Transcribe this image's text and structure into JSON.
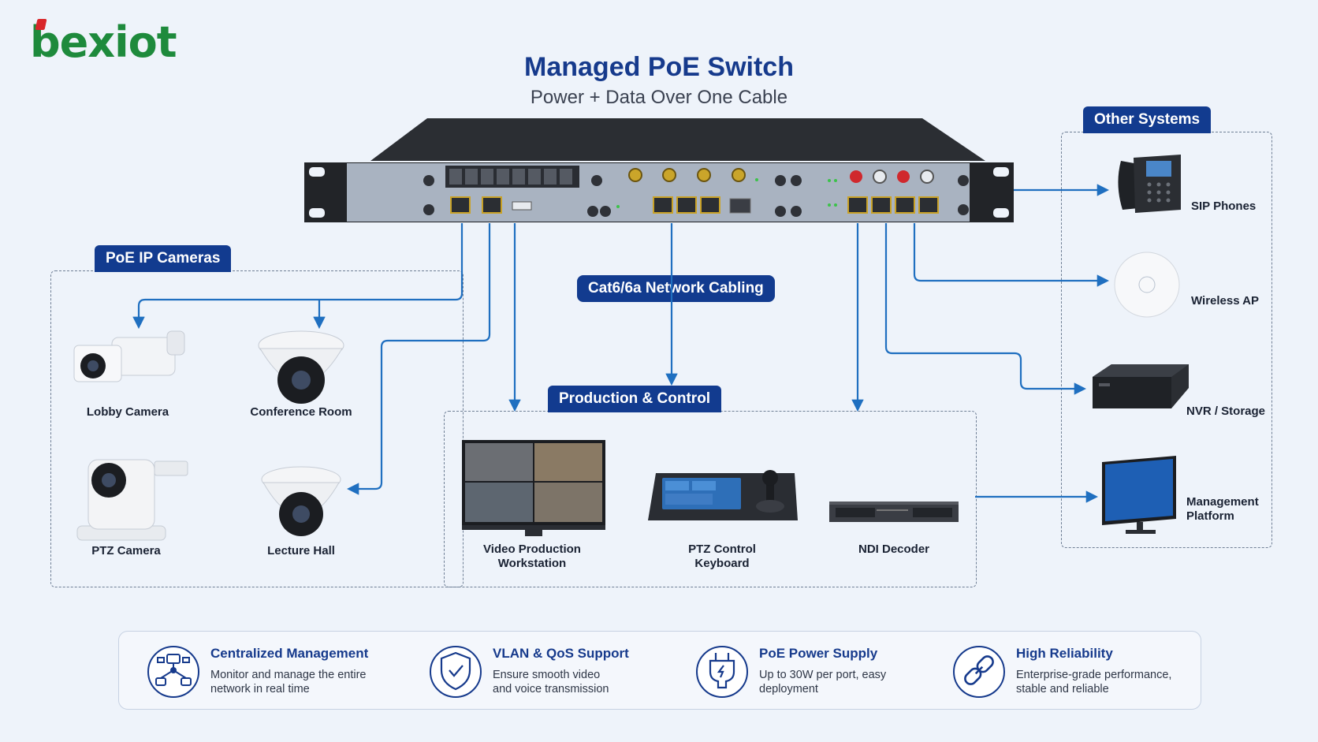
{
  "brand": {
    "logo_text": "bexiot"
  },
  "header": {
    "title": "Managed PoE Switch",
    "subtitle": "Power + Data Over One Cable"
  },
  "groups": {
    "cameras": "PoE IP Cameras",
    "cabling": "Cat6/6a Network Cabling",
    "production": "Production & Control",
    "other": "Other Systems"
  },
  "cameras": [
    {
      "label": "Lobby Camera",
      "icon": "bullet-camera-icon"
    },
    {
      "label": "Conference Room",
      "icon": "dome-camera-icon"
    },
    {
      "label": "PTZ Camera",
      "icon": "ptz-camera-icon"
    },
    {
      "label": "Lecture Hall",
      "icon": "dome-camera-icon"
    }
  ],
  "production": [
    {
      "label": "Video Production\nWorkstation",
      "line1": "Video Production",
      "line2": "Workstation",
      "icon": "monitor-icon"
    },
    {
      "label": "PTZ Control\nKeyboard",
      "line1": "PTZ Control",
      "line2": "Keyboard",
      "icon": "joystick-keyboard-icon"
    },
    {
      "label": "NDI Decoder",
      "icon": "decoder-icon"
    }
  ],
  "other_systems": [
    {
      "label": "SIP Phones",
      "icon": "desk-phone-icon"
    },
    {
      "label": "Wireless AP",
      "icon": "access-point-icon"
    },
    {
      "label": "NVR / Storage",
      "icon": "nvr-icon"
    },
    {
      "line1": "Management",
      "line2": "Platform",
      "icon": "monitor-icon"
    }
  ],
  "features": [
    {
      "title": "Centralized Management",
      "line1": "Monitor and manage the entire",
      "line2": "network in real time",
      "icon": "network-hub-icon"
    },
    {
      "title": "VLAN & QoS Support",
      "line1": "Ensure smooth video",
      "line2": "and voice transmission",
      "icon": "shield-check-icon"
    },
    {
      "title": "PoE Power Supply",
      "line1": "Up to 30W per port, easy",
      "line2": "deployment",
      "icon": "power-plug-icon"
    },
    {
      "title": "High Reliability",
      "line1": "Enterprise-grade performance,",
      "line2": "stable and reliable",
      "icon": "link-icon"
    }
  ],
  "colors": {
    "accent": "#123b8f",
    "line": "#1f6fc0",
    "brand_green": "#1e8a3c",
    "brand_red": "#d9262a"
  }
}
